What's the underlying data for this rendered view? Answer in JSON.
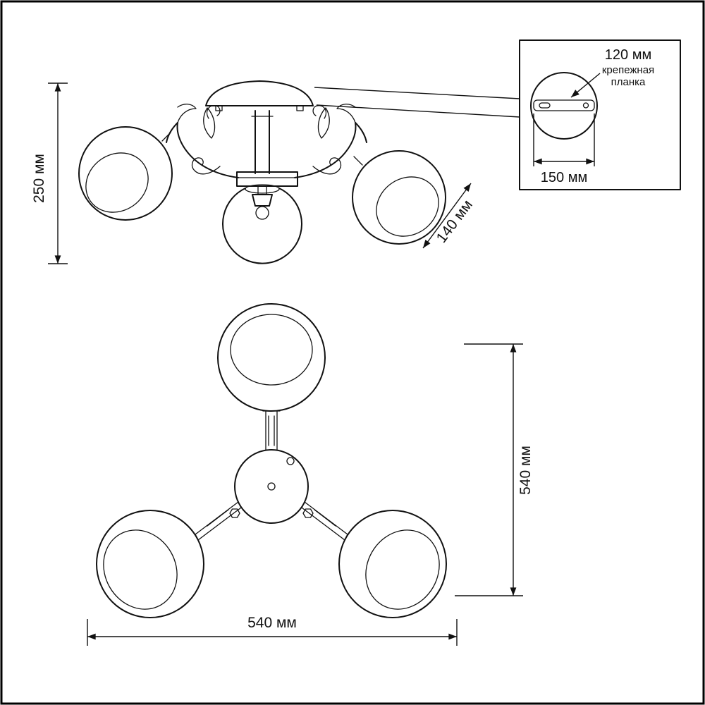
{
  "drawing": {
    "side_view": {
      "height": "250 мм",
      "shade_diameter": "140 мм"
    },
    "mount_detail": {
      "hole_spacing": "120 мм",
      "label_line1": "крепежная",
      "label_line2": "планка",
      "plate_length": "150 мм"
    },
    "plan_view": {
      "height": "540 мм",
      "width": "540 мм"
    }
  },
  "colors": {
    "line": "#111111",
    "background": "#ffffff"
  }
}
